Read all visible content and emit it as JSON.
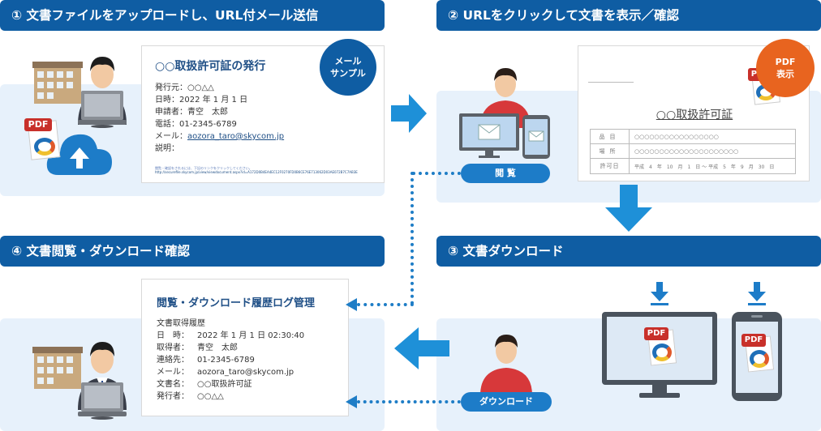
{
  "steps": {
    "step1": "① 文書ファイルをアップロードし、URL付メール送信",
    "step2": "② URLをクリックして文書を表示／確認",
    "step3": "③ 文書ダウンロード",
    "step4": "④ 文書閲覧・ダウンロード確認"
  },
  "mail_card": {
    "badge_line1": "メール",
    "badge_line2": "サンプル",
    "title": "○○取扱許可証の発行",
    "lines": [
      "発行元：○○△△",
      "日時：2022 年 1 月 1 日",
      "申請者：青空　太郎",
      "電話：01-2345-6789"
    ],
    "mail_label": "メール：",
    "mail_link": "aozora_taro@skycom.jp",
    "note_label": "説明：",
    "fine_text_1": "閲覧・確認をされるには、下記のリンクをクリックしてください。",
    "fine_text_2": "http://securefile.skycom.jp/view/viewdocument.aspx?id=A172D0B4EA4EC12F0270FD0B6CE76E713062D03AE072B7C7AB3E"
  },
  "pdf_view": {
    "badge_line1": "PDF",
    "badge_line2": "表示",
    "doc_title": "○○取扱許可証",
    "rows": [
      {
        "k": "品目",
        "v": "○○○○○○○○○○○○○○○○○"
      },
      {
        "k": "場所",
        "v": "○○○○○○○○○○○○○○○○○○○○○"
      },
      {
        "k": "許可日",
        "v": "平成　4　年　10　月　1　日 〜 平成　5　年　9　月　30　日"
      }
    ]
  },
  "pills": {
    "view": "閲 覧",
    "download": "ダウンロード"
  },
  "log_card": {
    "title": "閲覧・ダウンロード履歴ログ管理",
    "heading": "文書取得履歴",
    "rows": [
      {
        "k": "日　時：",
        "v": "2022 年 1 月 1 日 02:30:40"
      },
      {
        "k": "取得者：",
        "v": "青空　太郎"
      },
      {
        "k": "連絡先：",
        "v": "01-2345-6789"
      },
      {
        "k": "メール：",
        "v": "aozora_taro@skycom.jp"
      },
      {
        "k": "文書名：",
        "v": "○○取扱許可証"
      },
      {
        "k": "発行者：",
        "v": "○○△△"
      }
    ]
  },
  "icons": {
    "pdf": "PDF"
  },
  "colors": {
    "header_blue": "#0f5da3",
    "arrow_blue": "#1e90d8",
    "panel_bg": "#e7f1fb",
    "badge_blue": "#0f5da3",
    "badge_orange": "#e8641f",
    "pdf_red": "#c8302a"
  }
}
